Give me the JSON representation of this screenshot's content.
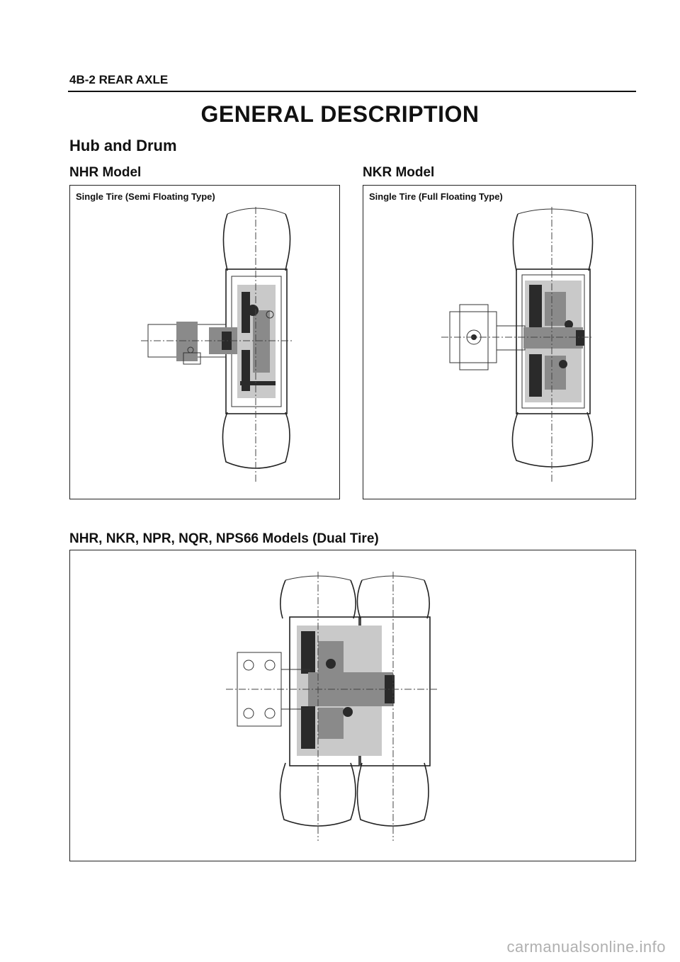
{
  "header": {
    "text": "4B-2 REAR AXLE"
  },
  "title": "GENERAL DESCRIPTION",
  "section": "Hub and Drum",
  "figures": [
    {
      "model": "NHR Model",
      "caption": "Single Tire (Semi Floating Type)"
    },
    {
      "model": "NKR Model",
      "caption": "Single Tire (Full Floating Type)"
    },
    {
      "model": "NHR, NKR, NPR, NQR, NPS66 Models (Dual Tire)",
      "caption": ""
    }
  ],
  "watermark": "carmanualsonline.info"
}
